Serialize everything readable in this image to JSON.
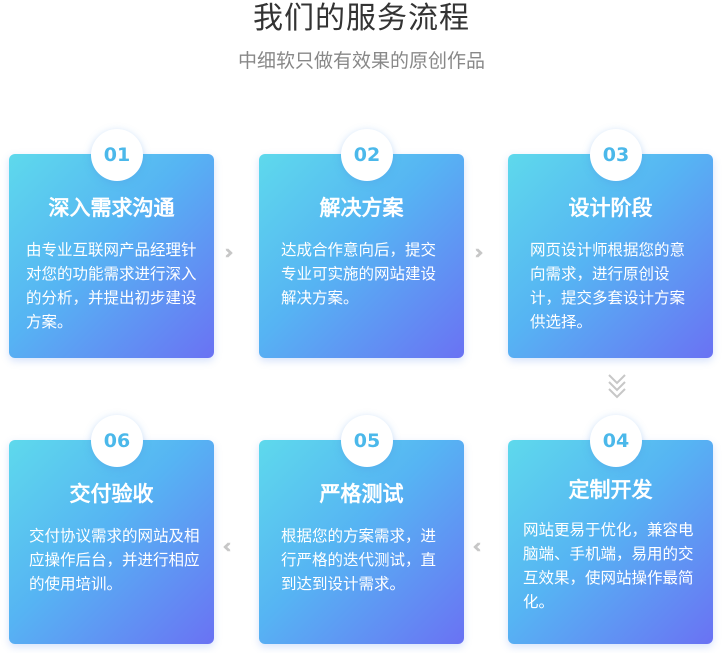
{
  "header": {
    "title": "我们的服务流程",
    "subtitle": "中细软只做有效果的原创作品"
  },
  "steps": [
    {
      "num": "01",
      "title": "深入需求沟通",
      "desc": "由专业互联网产品经理针对您的功能需求进行深入的分析，并提出初步建设方案。"
    },
    {
      "num": "02",
      "title": "解决方案",
      "desc": "达成合作意向后，提交专业可实施的网站建设解决方案。"
    },
    {
      "num": "03",
      "title": "设计阶段",
      "desc": "网页设计师根据您的意向需求，进行原创设计，提交多套设计方案供选择。"
    },
    {
      "num": "04",
      "title": "定制开发",
      "desc": "网站更易于优化，兼容电脑端、手机端，易用的交互效果，使网站操作最简化。"
    },
    {
      "num": "05",
      "title": "严格测试",
      "desc": "根据您的方案需求，进行严格的迭代测试，直到达到设计需求。"
    },
    {
      "num": "06",
      "title": "交付验收",
      "desc": "交付协议需求的网站及相应操作后台，并进行相应的使用培训。"
    }
  ],
  "colors": {
    "gradient_start": "#5ed9ec",
    "gradient_end": "#6a72f3",
    "badge_text": "#4bb8ea",
    "arrow": "#c7c7c7"
  },
  "icons": {
    "right": "double-chevron-right-icon",
    "down": "double-chevron-down-icon",
    "left": "double-chevron-left-icon"
  }
}
